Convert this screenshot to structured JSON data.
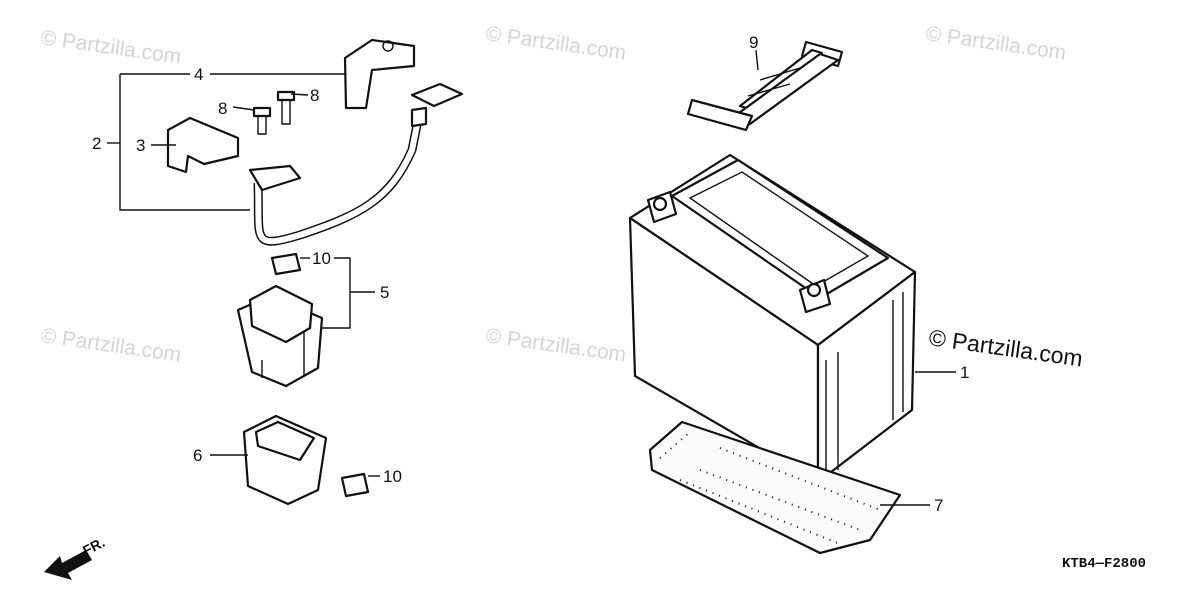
{
  "callouts": {
    "c1": "1",
    "c2": "2",
    "c3": "3",
    "c4": "4",
    "c5": "5",
    "c6": "6",
    "c7": "7",
    "c8a": "8",
    "c8b": "8",
    "c9": "9",
    "c10a": "10",
    "c10b": "10"
  },
  "watermarks": [
    "© Partzilla.com",
    "© Partzilla.com",
    "© Partzilla.com",
    "© Partzilla.com",
    "© Partzilla.com"
  ],
  "main_watermark": "© Partzilla.com",
  "diagram_code": "KTB4—F2800",
  "fr_label": "FR.",
  "colors": {
    "ink": "#111111",
    "watermark": "#d4d4d4",
    "background": "#ffffff"
  }
}
